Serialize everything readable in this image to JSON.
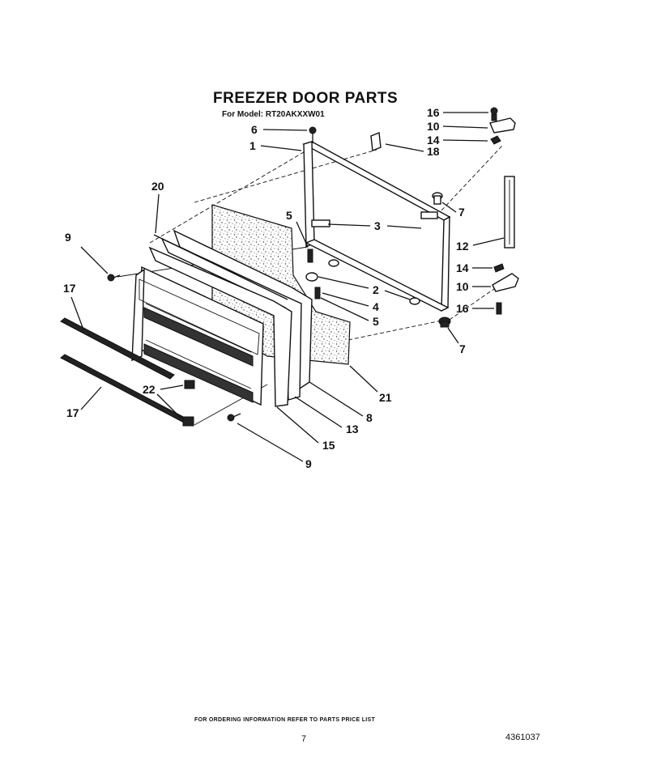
{
  "title": "FREEZER DOOR PARTS",
  "model_label": "For Model: RT20AKXXW01",
  "footer_note": "FOR ORDERING INFORMATION REFER TO PARTS PRICE LIST",
  "page_number": "7",
  "document_number": "4361037",
  "callouts": [
    {
      "id": "c16a",
      "label": "16"
    },
    {
      "id": "c10a",
      "label": "10"
    },
    {
      "id": "c14a",
      "label": "14"
    },
    {
      "id": "c18",
      "label": "18"
    },
    {
      "id": "c6",
      "label": "6"
    },
    {
      "id": "c1",
      "label": "1"
    },
    {
      "id": "c20",
      "label": "20"
    },
    {
      "id": "c7a",
      "label": "7"
    },
    {
      "id": "c5a",
      "label": "5"
    },
    {
      "id": "c3",
      "label": "3"
    },
    {
      "id": "c9a",
      "label": "9"
    },
    {
      "id": "c12",
      "label": "12"
    },
    {
      "id": "c14b",
      "label": "14"
    },
    {
      "id": "c17a",
      "label": "17"
    },
    {
      "id": "c2",
      "label": "2"
    },
    {
      "id": "c10b",
      "label": "10"
    },
    {
      "id": "c4",
      "label": "4"
    },
    {
      "id": "c16b",
      "label": "16"
    },
    {
      "id": "c5b",
      "label": "5"
    },
    {
      "id": "c7b",
      "label": "7"
    },
    {
      "id": "c21",
      "label": "21"
    },
    {
      "id": "c22",
      "label": "22"
    },
    {
      "id": "c8",
      "label": "8"
    },
    {
      "id": "c17b",
      "label": "17"
    },
    {
      "id": "c13",
      "label": "13"
    },
    {
      "id": "c15",
      "label": "15"
    },
    {
      "id": "c9b",
      "label": "9"
    }
  ]
}
